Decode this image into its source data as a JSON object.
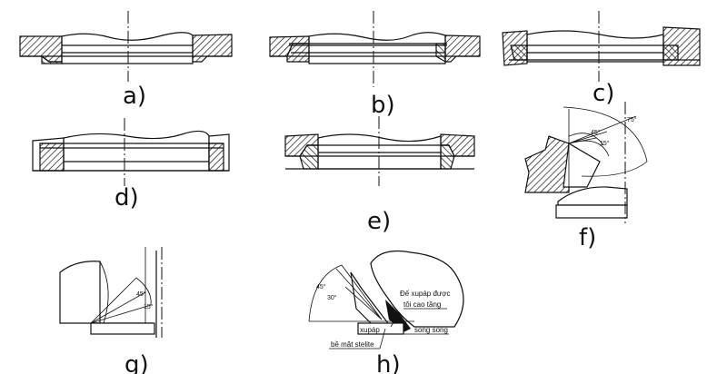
{
  "panels": {
    "a": {
      "caption": "a)"
    },
    "b": {
      "caption": "b)"
    },
    "c": {
      "caption": "c)"
    },
    "d": {
      "caption": "d)"
    },
    "e": {
      "caption": "e)"
    },
    "f": {
      "caption": "f)"
    },
    "g": {
      "caption": "g)"
    },
    "h": {
      "caption": "h)",
      "annotations": {
        "seat_line1": "Đế xupáp được",
        "seat_line2": "tôi cao tầng",
        "valve": "xupáp",
        "parallel": "song song",
        "stellite": "bề mặt stelite"
      }
    }
  }
}
